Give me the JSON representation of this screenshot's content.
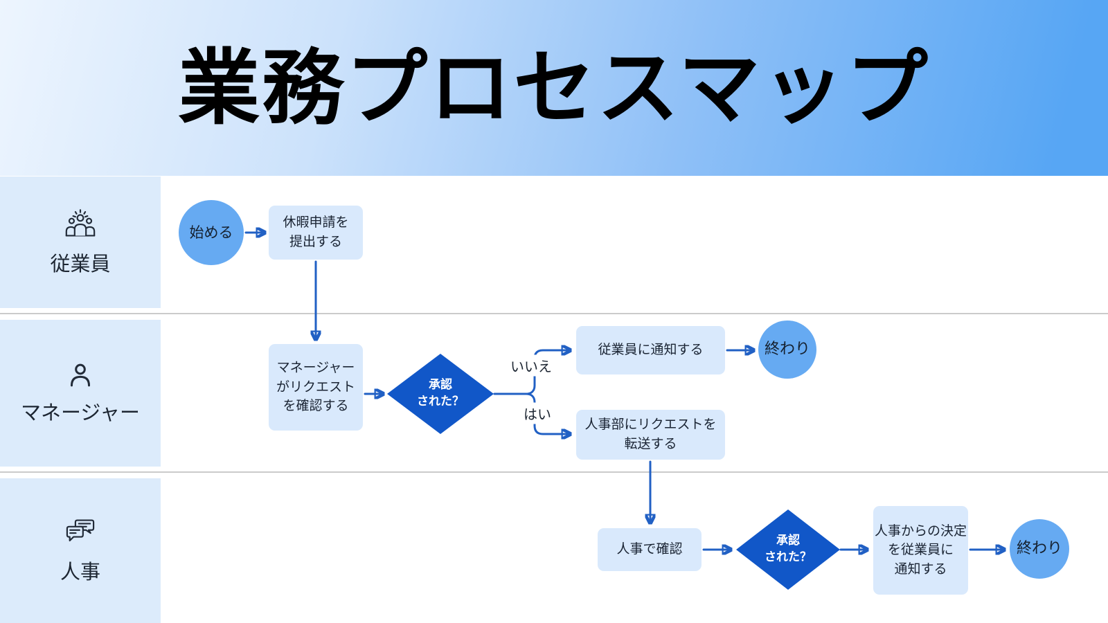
{
  "title": "業務プロセスマップ",
  "colors": {
    "banner_gradient_from": "#edf5fe",
    "banner_gradient_to": "#57a6f4",
    "lane_label_bg": "#dcebfb",
    "process_fill": "#d9e9fc",
    "terminal_fill": "#66aaf2",
    "decision_fill": "#1157c8",
    "connector": "#2160c4",
    "divider": "#cbcbcb",
    "text_dark": "#1b2433",
    "decision_text": "#ffffff",
    "title_text": "#000000"
  },
  "lanes": [
    {
      "id": "employee",
      "label": "従業員",
      "icon": "team-icon"
    },
    {
      "id": "manager",
      "label": "マネージャー",
      "icon": "person-icon"
    },
    {
      "id": "hr",
      "label": "人事",
      "icon": "chat-bubbles-icon"
    }
  ],
  "flow": {
    "start": "始める",
    "submit_request": "休暇申請を\n提出する",
    "manager_review": "マネージャー\nがリクエスト\nを確認する",
    "manager_decision": "承認\nされた？",
    "branch_no": "いいえ",
    "branch_yes": "はい",
    "notify_employee": "従業員に通知する",
    "end_manager": "終わり",
    "forward_to_hr": "人事部にリクエストを\n転送する",
    "hr_check": "人事で確認",
    "hr_decision": "承認\nされた？",
    "notify_decision": "人事からの決定\nを従業員に\n通知する",
    "end_hr": "終わり"
  }
}
